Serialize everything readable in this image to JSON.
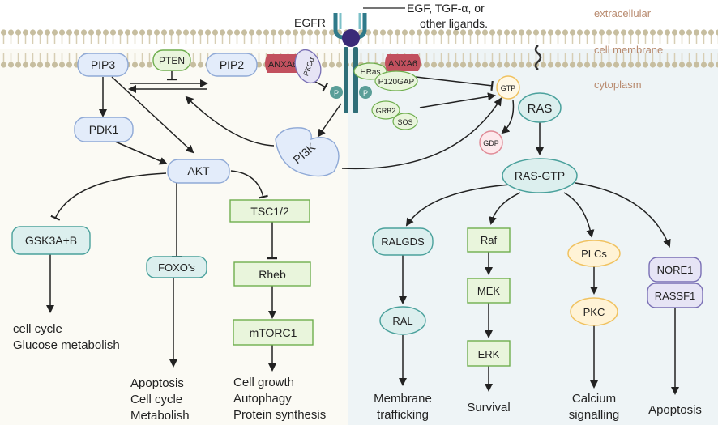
{
  "regions": {
    "extracellular": "extracellular",
    "membrane": "cell membrane",
    "cytoplasm": "cytoplasm"
  },
  "receptor": {
    "name": "EGFR",
    "ligands_line1": "EGF, TGF-α, or",
    "ligands_line2": "other ligands.",
    "phospho": "P"
  },
  "nodes": {
    "pip3": "PIP3",
    "pten": "PTEN",
    "pip2": "PIP2",
    "anxa6": "ANXA6",
    "pkca": "PKCα",
    "hras": "HRas",
    "p120gap": "P120GAP",
    "grb2": "GRB2",
    "sos": "SOS",
    "gtp": "GTP",
    "gdp": "GDP",
    "ras": "RAS",
    "pdk1": "PDK1",
    "pi3k": "PI3K",
    "akt": "AKT",
    "ras_gtp": "RAS-GTP",
    "gsk3": "GSK3A+B",
    "foxo": "FOXO's",
    "tsc": "TSC1/2",
    "rheb": "Rheb",
    "mtorc1": "mTORC1",
    "ralgds": "RALGDS",
    "ral": "RAL",
    "raf": "Raf",
    "mek": "MEK",
    "erk": "ERK",
    "plcs": "PLCs",
    "pkc": "PKC",
    "nore1": "NORE1",
    "rassf1": "RASSF1"
  },
  "outcomes": {
    "gsk": [
      "cell cycle",
      "Glucose  metabolish"
    ],
    "foxo": [
      "Apoptosis",
      "Cell  cycle",
      "Metabolish"
    ],
    "mtor": [
      "Cell growth",
      "Autophagy",
      "Protein synthesis"
    ],
    "ral": [
      "Membrane",
      "trafficking"
    ],
    "erk": [
      "Survival"
    ],
    "pkc": [
      "Calcium",
      "signalling"
    ],
    "rassf": [
      "Apoptosis"
    ]
  },
  "colors": {
    "left_bg": "#fbfaf4",
    "right_bg": "#eef4f6",
    "membrane_head": "#c7bea0",
    "region_label": "#b88a6e",
    "node_blue_fill": "#e3ecfa",
    "node_blue_stroke": "#8fa9d6",
    "node_green_fill": "#e9f5dc",
    "node_green_stroke": "#6fae4e",
    "node_teal_fill": "#dcefee",
    "node_teal_stroke": "#4aa19c",
    "node_purple_fill": "#e6e4f5",
    "node_purple_stroke": "#7a70b5",
    "anxa6": "#c2505e",
    "arrow": "#222222"
  }
}
